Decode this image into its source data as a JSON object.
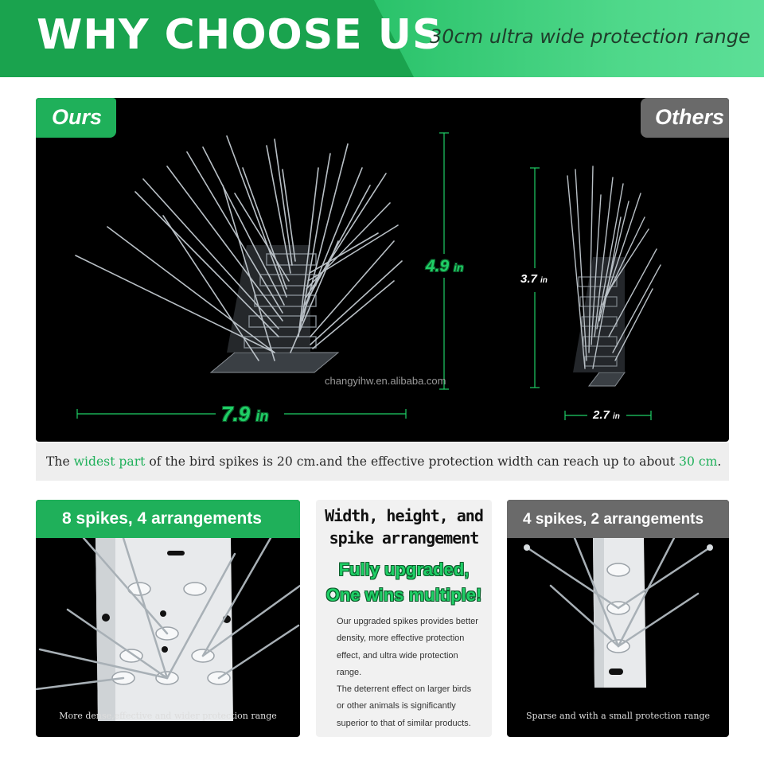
{
  "header": {
    "title": "WHY CHOOSE US",
    "subtitle": "30cm ultra wide protection range"
  },
  "comparison": {
    "ours_label": "Ours",
    "others_label": "Others",
    "ours_height": "4.9",
    "ours_width": "7.9",
    "others_height": "3.7",
    "others_width": "2.7",
    "unit": "in",
    "watermark": "changyihw.en.alibaba.com"
  },
  "caption": {
    "part1": "The ",
    "highlight1": "widest part",
    "part2": " of the bird spikes is 20 cm.and the effective protection width can reach up to about ",
    "highlight2": "30 cm",
    "part3": "."
  },
  "cards": {
    "left": {
      "title": "8 spikes, 4 arrangements",
      "caption": "More dense,effective and wider protection range"
    },
    "right": {
      "title": "4 spikes, 2 arrangements",
      "caption": "Sparse and with a small protection range"
    }
  },
  "middle": {
    "title_line1": "Width, height, and",
    "title_line2": "spike arrangement",
    "green_line1": "Fully upgraded,",
    "green_line2": "One wins multiple!",
    "body1": "Our upgraded spikes provides better density, more effective protection effect, and ultra wide protection range.",
    "body2": "The deterrent effect on larger birds or other animals is significantly superior to that of similar products."
  },
  "colors": {
    "brand_green": "#1fb05a",
    "accent_green": "#1fcf66",
    "others_gray": "#6a6a6a"
  }
}
